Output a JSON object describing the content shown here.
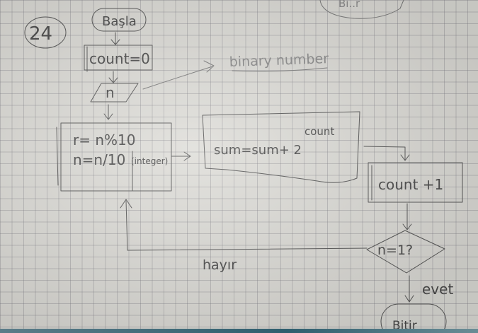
{
  "page_number": "24",
  "top_right_fragment": "Bi..r",
  "nodes": {
    "start": "Başla",
    "init": "count=0",
    "input": "n",
    "process_line1": "r= n%10",
    "process_line2": "n=n/10",
    "process_note": "(integer)",
    "sum_base": "sum=sum+ 2",
    "sum_exponent": "count",
    "increment": "count +1",
    "decision": "n=1?",
    "end": "Bitir"
  },
  "annotations": {
    "binary": "binary number",
    "no_label": "hayır",
    "yes_label": "evet"
  }
}
